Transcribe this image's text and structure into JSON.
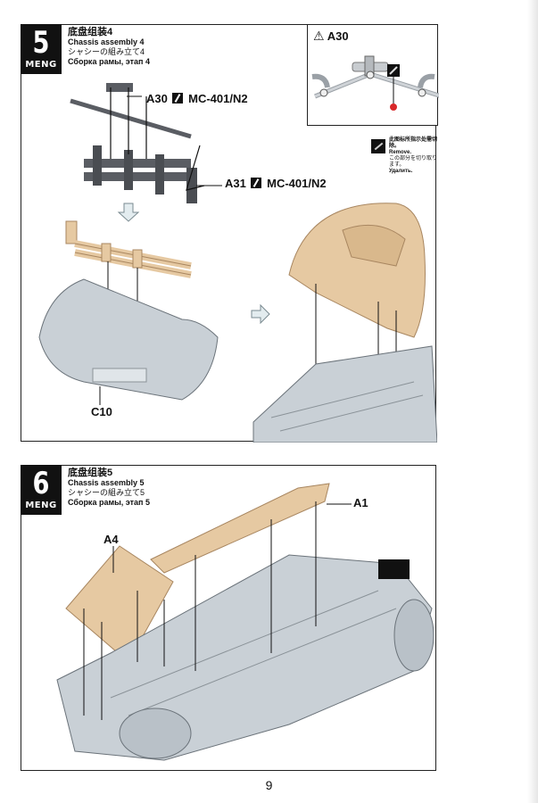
{
  "brand": "MENG",
  "steps": [
    {
      "number": "5",
      "title_zh": "底盘组装4",
      "title_en": "Chassis assembly 4",
      "title_ja": "シャシーの組み立て4",
      "title_ru": "Сборка рамы, этап 4",
      "callouts": [
        {
          "part": "A30",
          "paint": "MC-401/N2"
        },
        {
          "part": "A31",
          "paint": "MC-401/N2"
        },
        {
          "part": "C10"
        }
      ],
      "inset": {
        "warning_icon": "warning-triangle-icon",
        "part": "A30"
      },
      "remove_note": {
        "zh": "此图标所指示处需切除。",
        "en": "Remove.",
        "ja": "この部分を切り取ります。",
        "ru": "Удалить."
      }
    },
    {
      "number": "6",
      "title_zh": "底盘组装5",
      "title_en": "Chassis assembly 5",
      "title_ja": "シャシーの組み立て5",
      "title_ru": "Сборка рамы, этап 5",
      "callouts": [
        {
          "part": "A1"
        },
        {
          "part": "A4"
        }
      ]
    }
  ],
  "page_number": "9",
  "colors": {
    "part_grey": "#5a5d63",
    "part_tan": "#e6c9a2",
    "chassis_light": "#c9d0d6",
    "red_marker": "#d8282a"
  }
}
